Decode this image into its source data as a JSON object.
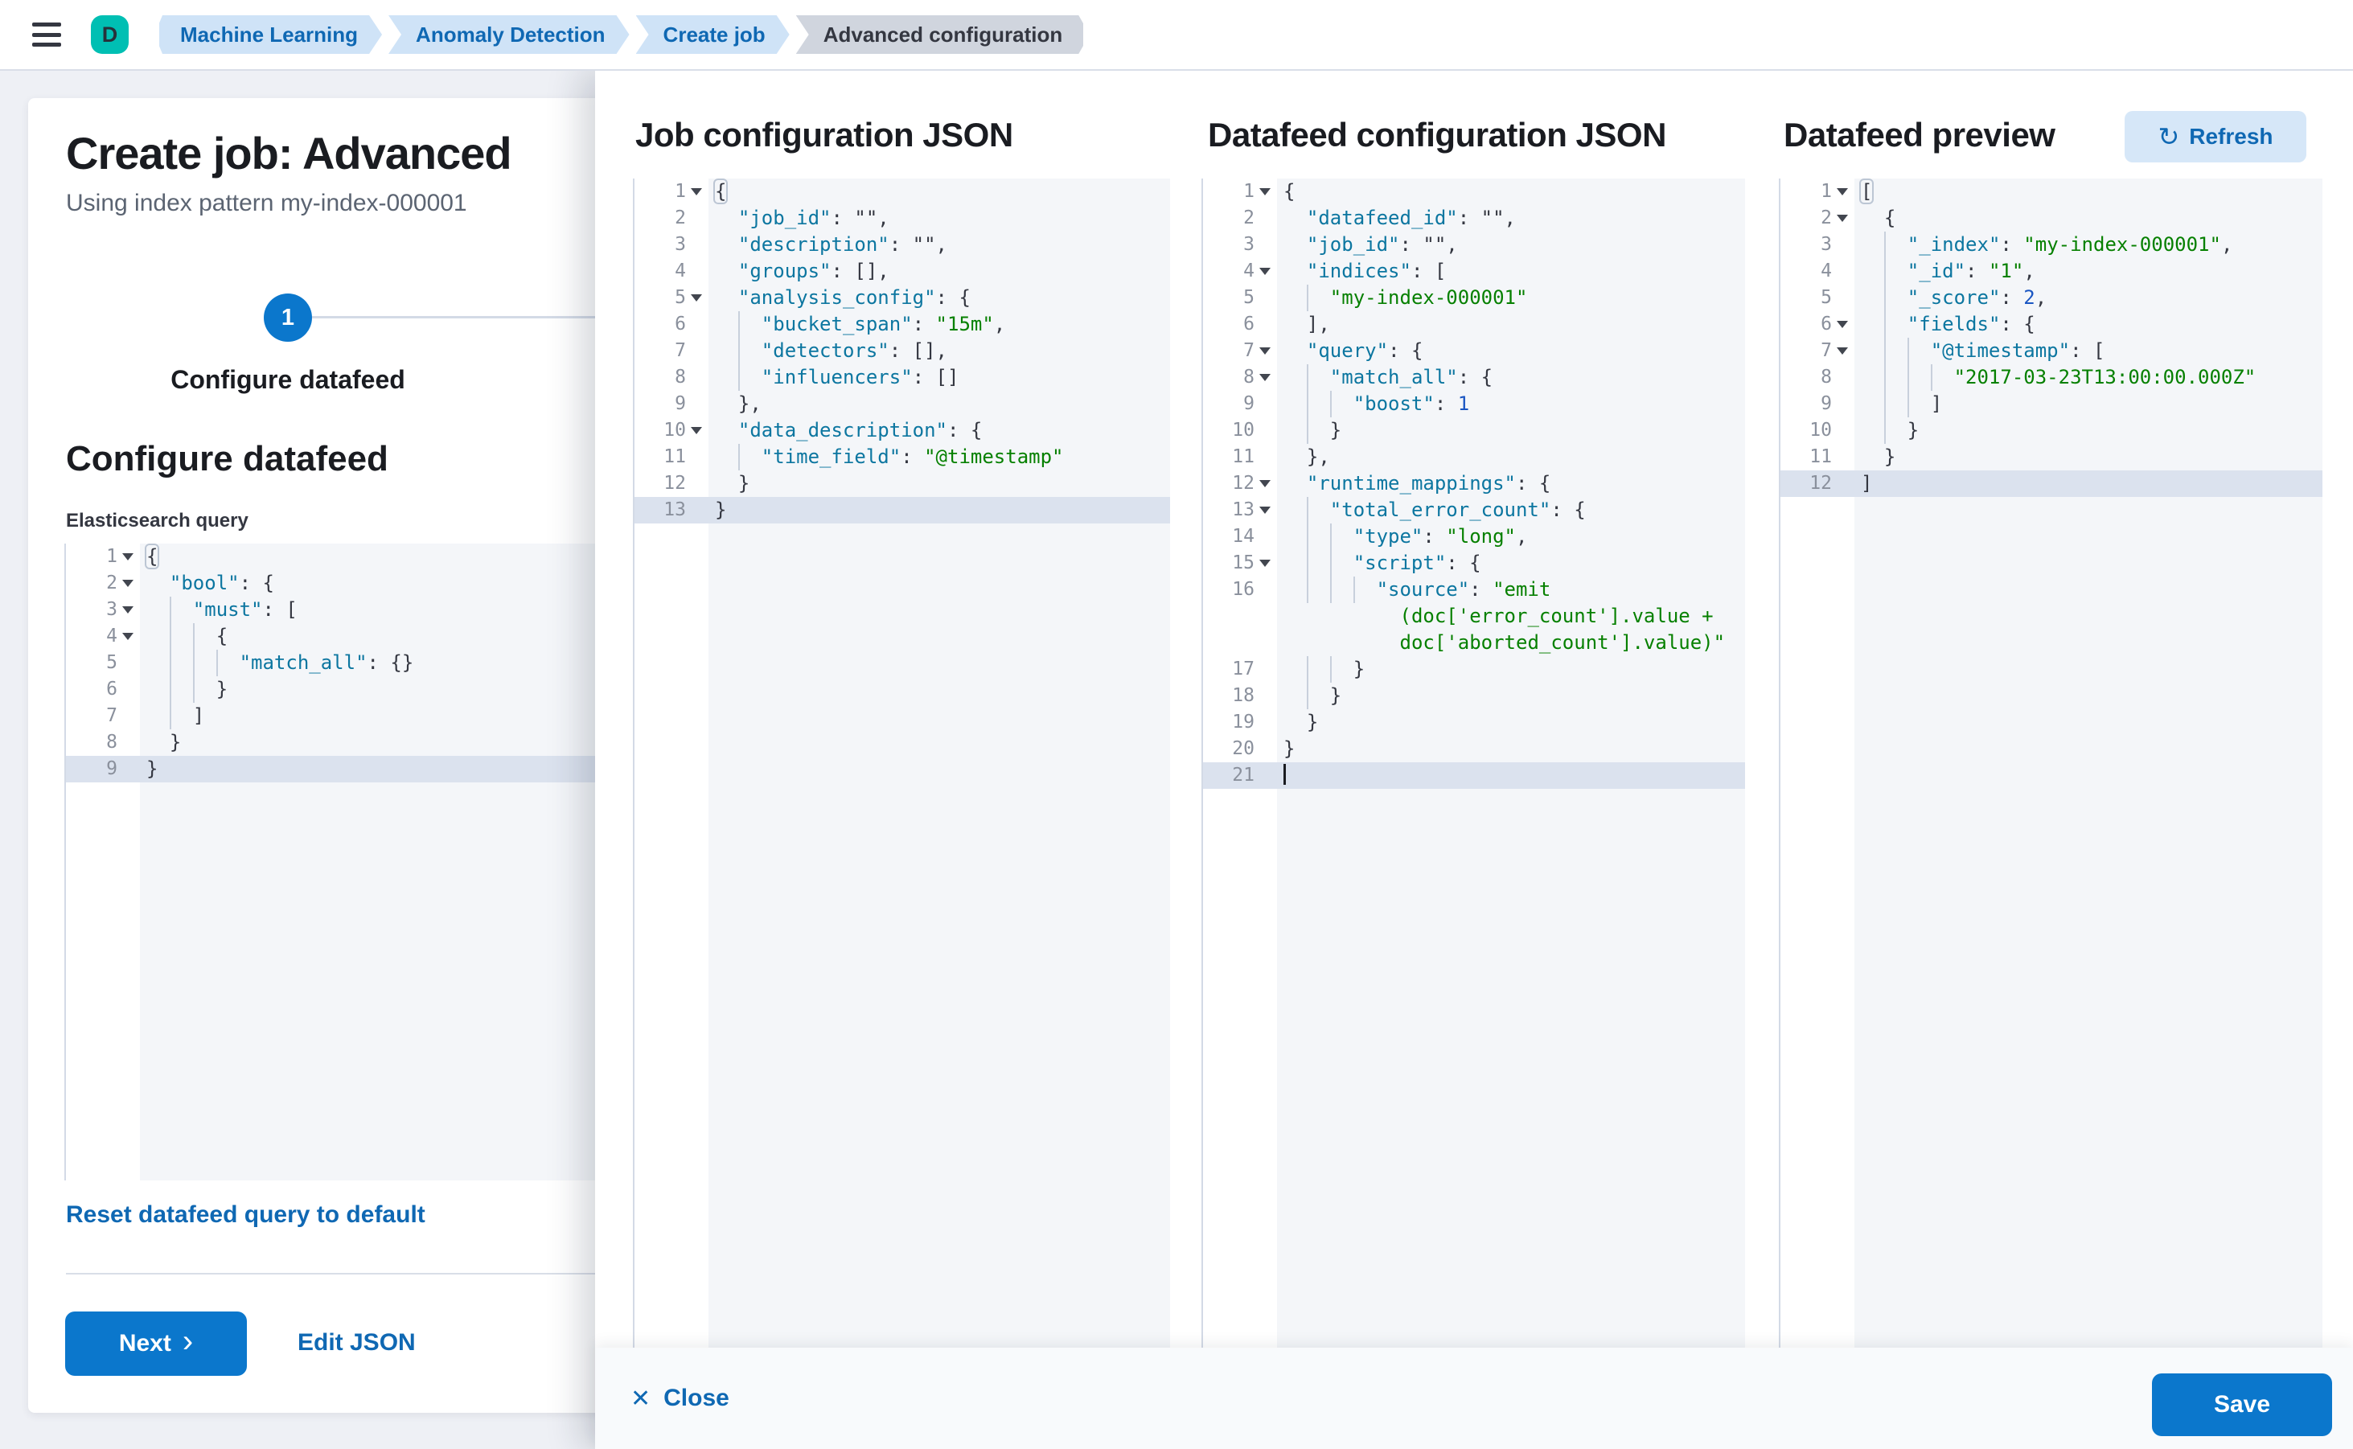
{
  "topbar": {
    "avatar_initial": "D",
    "breadcrumbs": [
      {
        "label": "Machine Learning",
        "current": false
      },
      {
        "label": "Anomaly Detection",
        "current": false
      },
      {
        "label": "Create job",
        "current": false
      },
      {
        "label": "Advanced configuration",
        "current": true
      }
    ]
  },
  "wizard": {
    "title": "Create job: Advanced",
    "subtitle": "Using index pattern my-index-000001",
    "step_number": "1",
    "step_label": "Configure datafeed",
    "section_heading": "Configure datafeed",
    "query_label": "Elasticsearch query",
    "reset_link": "Reset datafeed query to default",
    "next_label": "Next",
    "edit_json_label": "Edit JSON"
  },
  "flyout": {
    "col1_title": "Job configuration JSON",
    "col2_title": "Datafeed configuration JSON",
    "col3_title": "Datafeed preview",
    "refresh_label": "Refresh",
    "close_label": "Close",
    "save_label": "Save"
  },
  "icons": {
    "refresh": "↻",
    "close": "✕",
    "next_chevron": "›"
  },
  "colors": {
    "primary_button": "#0b77cc",
    "link": "#0f68b3",
    "breadcrumb_bg": "#cfe3f7",
    "breadcrumb_current_bg": "#d0d5de",
    "avatar_bg": "#00bfb3",
    "editor_bg": "#f4f6f9",
    "active_line_bg": "#dbe2ee",
    "json_key": "#0c76a0",
    "json_string": "#068000",
    "json_number": "#1a56c2"
  },
  "editors": {
    "query": {
      "lines": [
        {
          "n": "1",
          "f": 1,
          "s": [
            [
              "m",
              "{"
            ]
          ]
        },
        {
          "n": "2",
          "f": 1,
          "pad": 2,
          "s": [
            [
              "k",
              "\"bool\""
            ],
            [
              "p",
              ": {"
            ]
          ]
        },
        {
          "n": "3",
          "f": 1,
          "pad": 2,
          "g": 1,
          "s": [
            [
              "k",
              "\"must\""
            ],
            [
              "p",
              ": ["
            ]
          ]
        },
        {
          "n": "4",
          "f": 1,
          "pad": 2,
          "g": 2,
          "s": [
            [
              "p",
              "{"
            ]
          ]
        },
        {
          "n": "5",
          "pad": 2,
          "g": 3,
          "s": [
            [
              "k",
              "\"match_all\""
            ],
            [
              "p",
              ": {}"
            ]
          ]
        },
        {
          "n": "6",
          "pad": 2,
          "g": 2,
          "s": [
            [
              "p",
              "}"
            ]
          ]
        },
        {
          "n": "7",
          "pad": 2,
          "g": 1,
          "s": [
            [
              "p",
              "]"
            ]
          ]
        },
        {
          "n": "8",
          "pad": 2,
          "s": [
            [
              "p",
              "}"
            ]
          ]
        },
        {
          "n": "9",
          "a": 1,
          "s": [
            [
              "p",
              "}"
            ]
          ]
        }
      ]
    },
    "job": {
      "lines": [
        {
          "n": "1",
          "f": 1,
          "s": [
            [
              "m",
              "{"
            ]
          ]
        },
        {
          "n": "2",
          "pad": 2,
          "s": [
            [
              "k",
              "\"job_id\""
            ],
            [
              "p",
              ": \"\","
            ]
          ]
        },
        {
          "n": "3",
          "pad": 2,
          "s": [
            [
              "k",
              "\"description\""
            ],
            [
              "p",
              ": \"\","
            ]
          ]
        },
        {
          "n": "4",
          "pad": 2,
          "s": [
            [
              "k",
              "\"groups\""
            ],
            [
              "p",
              ": [],"
            ]
          ]
        },
        {
          "n": "5",
          "f": 1,
          "pad": 2,
          "s": [
            [
              "k",
              "\"analysis_config\""
            ],
            [
              "p",
              ": {"
            ]
          ]
        },
        {
          "n": "6",
          "pad": 2,
          "g": 1,
          "s": [
            [
              "k",
              "\"bucket_span\""
            ],
            [
              "p",
              ": "
            ],
            [
              "s",
              "\"15m\""
            ],
            [
              "p",
              ","
            ]
          ]
        },
        {
          "n": "7",
          "pad": 2,
          "g": 1,
          "s": [
            [
              "k",
              "\"detectors\""
            ],
            [
              "p",
              ": [],"
            ]
          ]
        },
        {
          "n": "8",
          "pad": 2,
          "g": 1,
          "s": [
            [
              "k",
              "\"influencers\""
            ],
            [
              "p",
              ": []"
            ]
          ]
        },
        {
          "n": "9",
          "pad": 2,
          "s": [
            [
              "p",
              "},"
            ]
          ]
        },
        {
          "n": "10",
          "f": 1,
          "pad": 2,
          "s": [
            [
              "k",
              "\"data_description\""
            ],
            [
              "p",
              ": {"
            ]
          ]
        },
        {
          "n": "11",
          "pad": 2,
          "g": 1,
          "s": [
            [
              "k",
              "\"time_field\""
            ],
            [
              "p",
              ": "
            ],
            [
              "s",
              "\"@timestamp\""
            ]
          ]
        },
        {
          "n": "12",
          "pad": 2,
          "s": [
            [
              "p",
              "}"
            ]
          ]
        },
        {
          "n": "13",
          "a": 1,
          "s": [
            [
              "p",
              "}"
            ]
          ]
        }
      ]
    },
    "datafeed": {
      "lines": [
        {
          "n": "1",
          "f": 1,
          "s": [
            [
              "p",
              "{"
            ]
          ]
        },
        {
          "n": "2",
          "pad": 2,
          "s": [
            [
              "k",
              "\"datafeed_id\""
            ],
            [
              "p",
              ": \"\","
            ]
          ]
        },
        {
          "n": "3",
          "pad": 2,
          "s": [
            [
              "k",
              "\"job_id\""
            ],
            [
              "p",
              ": \"\","
            ]
          ]
        },
        {
          "n": "4",
          "f": 1,
          "pad": 2,
          "s": [
            [
              "k",
              "\"indices\""
            ],
            [
              "p",
              ": ["
            ]
          ]
        },
        {
          "n": "5",
          "pad": 2,
          "g": 1,
          "s": [
            [
              "s",
              "\"my-index-000001\""
            ]
          ]
        },
        {
          "n": "6",
          "pad": 2,
          "s": [
            [
              "p",
              "],"
            ]
          ]
        },
        {
          "n": "7",
          "f": 1,
          "pad": 2,
          "s": [
            [
              "k",
              "\"query\""
            ],
            [
              "p",
              ": {"
            ]
          ]
        },
        {
          "n": "8",
          "f": 1,
          "pad": 2,
          "g": 1,
          "s": [
            [
              "k",
              "\"match_all\""
            ],
            [
              "p",
              ": {"
            ]
          ]
        },
        {
          "n": "9",
          "pad": 2,
          "g": 2,
          "s": [
            [
              "k",
              "\"boost\""
            ],
            [
              "p",
              ": "
            ],
            [
              "n",
              "1"
            ]
          ]
        },
        {
          "n": "10",
          "pad": 2,
          "g": 1,
          "s": [
            [
              "p",
              "}"
            ]
          ]
        },
        {
          "n": "11",
          "pad": 2,
          "s": [
            [
              "p",
              "},"
            ]
          ]
        },
        {
          "n": "12",
          "f": 1,
          "pad": 2,
          "s": [
            [
              "k",
              "\"runtime_mappings\""
            ],
            [
              "p",
              ": {"
            ]
          ]
        },
        {
          "n": "13",
          "f": 1,
          "pad": 2,
          "g": 1,
          "s": [
            [
              "k",
              "\"total_error_count\""
            ],
            [
              "p",
              ": {"
            ]
          ]
        },
        {
          "n": "14",
          "pad": 2,
          "g": 2,
          "s": [
            [
              "k",
              "\"type\""
            ],
            [
              "p",
              ": "
            ],
            [
              "s",
              "\"long\""
            ],
            [
              "p",
              ","
            ]
          ]
        },
        {
          "n": "15",
          "f": 1,
          "pad": 2,
          "g": 2,
          "s": [
            [
              "k",
              "\"script\""
            ],
            [
              "p",
              ": {"
            ]
          ]
        },
        {
          "n": "16",
          "pad": 2,
          "g": 3,
          "s": [
            [
              "k",
              "\"source\""
            ],
            [
              "p",
              ": "
            ],
            [
              "s",
              "\"emit"
            ]
          ]
        },
        {
          "n": "",
          "pad": 10,
          "s": [
            [
              "s",
              "(doc['error_count'].value +"
            ]
          ]
        },
        {
          "n": "",
          "pad": 10,
          "s": [
            [
              "s",
              "doc['aborted_count'].value)\""
            ]
          ]
        },
        {
          "n": "17",
          "pad": 2,
          "g": 2,
          "s": [
            [
              "p",
              "}"
            ]
          ]
        },
        {
          "n": "18",
          "pad": 2,
          "g": 1,
          "s": [
            [
              "p",
              "}"
            ]
          ]
        },
        {
          "n": "19",
          "pad": 2,
          "s": [
            [
              "p",
              "}"
            ]
          ]
        },
        {
          "n": "20",
          "s": [
            [
              "p",
              "}"
            ]
          ]
        },
        {
          "n": "21",
          "a": 1,
          "caret": 1,
          "s": []
        }
      ]
    },
    "preview": {
      "lines": [
        {
          "n": "1",
          "f": 1,
          "s": [
            [
              "m",
              "["
            ]
          ]
        },
        {
          "n": "2",
          "f": 1,
          "pad": 2,
          "s": [
            [
              "p",
              "{"
            ]
          ]
        },
        {
          "n": "3",
          "pad": 2,
          "g": 1,
          "s": [
            [
              "k",
              "\"_index\""
            ],
            [
              "p",
              ": "
            ],
            [
              "s",
              "\"my-index-000001\""
            ],
            [
              "p",
              ","
            ]
          ]
        },
        {
          "n": "4",
          "pad": 2,
          "g": 1,
          "s": [
            [
              "k",
              "\"_id\""
            ],
            [
              "p",
              ": "
            ],
            [
              "s",
              "\"1\""
            ],
            [
              "p",
              ","
            ]
          ]
        },
        {
          "n": "5",
          "pad": 2,
          "g": 1,
          "s": [
            [
              "k",
              "\"_score\""
            ],
            [
              "p",
              ": "
            ],
            [
              "n",
              "2"
            ],
            [
              "p",
              ","
            ]
          ]
        },
        {
          "n": "6",
          "f": 1,
          "pad": 2,
          "g": 1,
          "s": [
            [
              "k",
              "\"fields\""
            ],
            [
              "p",
              ": {"
            ]
          ]
        },
        {
          "n": "7",
          "f": 1,
          "pad": 2,
          "g": 2,
          "s": [
            [
              "k",
              "\"@timestamp\""
            ],
            [
              "p",
              ": ["
            ]
          ]
        },
        {
          "n": "8",
          "pad": 2,
          "g": 3,
          "s": [
            [
              "s",
              "\"2017-03-23T13:00:00.000Z\""
            ]
          ]
        },
        {
          "n": "9",
          "pad": 2,
          "g": 2,
          "s": [
            [
              "p",
              "]"
            ]
          ]
        },
        {
          "n": "10",
          "pad": 2,
          "g": 1,
          "s": [
            [
              "p",
              "}"
            ]
          ]
        },
        {
          "n": "11",
          "pad": 2,
          "s": [
            [
              "p",
              "}"
            ]
          ]
        },
        {
          "n": "12",
          "a": 1,
          "s": [
            [
              "p",
              "]"
            ]
          ]
        }
      ]
    }
  }
}
